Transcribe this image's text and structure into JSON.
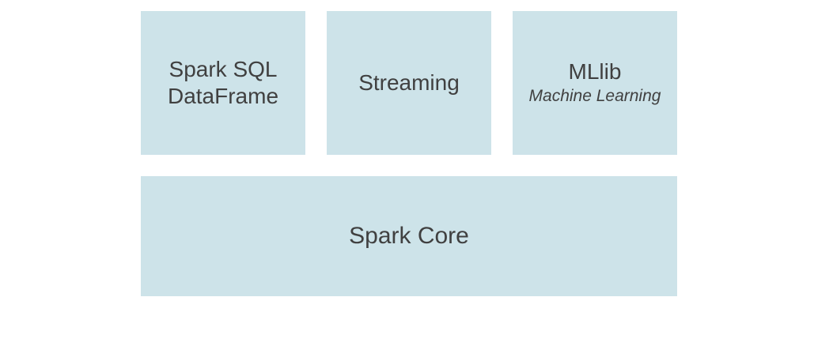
{
  "diagram": {
    "background_color": "#ffffff",
    "box_color": "#cde3e9",
    "text_color": "#404040",
    "components": {
      "spark_sql": {
        "line1": "Spark SQL",
        "line2": "DataFrame"
      },
      "streaming": {
        "label": "Streaming"
      },
      "mllib": {
        "title": "MLlib",
        "subtitle": "Machine Learning"
      },
      "spark_core": {
        "label": "Spark Core"
      }
    }
  }
}
